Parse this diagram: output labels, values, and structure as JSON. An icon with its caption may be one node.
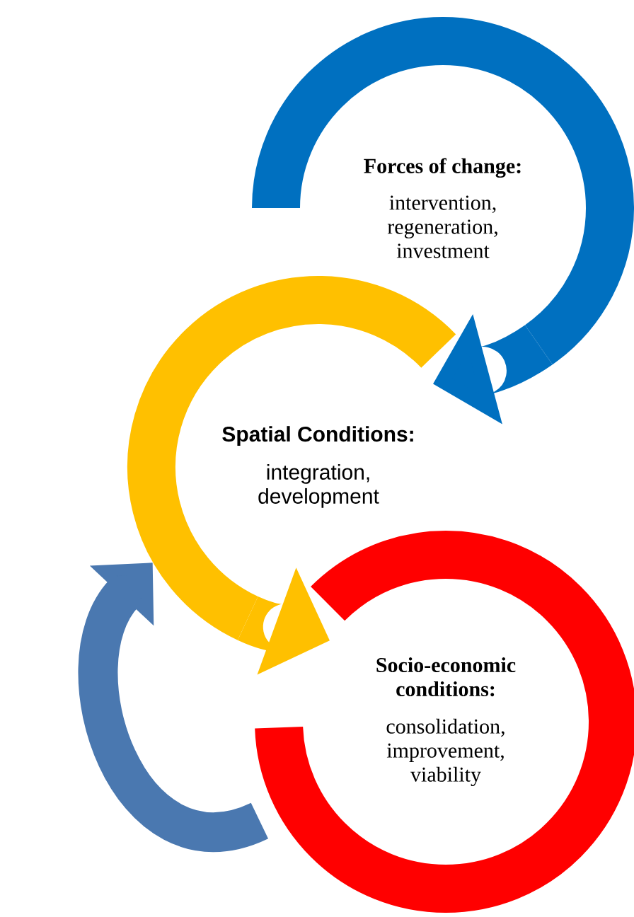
{
  "diagram": {
    "nodes": [
      {
        "text": [
          "Forces of change:",
          "intervention, regeneration, investment"
        ]
      },
      {
        "text": [
          "Spatial Conditions:",
          "integration, development"
        ]
      },
      {
        "text": [
          "Socio-economic conditions:",
          "consolidation, improvement, viability"
        ]
      }
    ],
    "edges": [
      {
        "from": 0,
        "to": 1,
        "arrow": "to",
        "color": "#0070c0"
      },
      {
        "from": 1,
        "to": 2,
        "arrow": "to",
        "color": "#ffc000"
      },
      {
        "from": 2,
        "to": 1,
        "arrow": "to",
        "color": "#4a78b0"
      }
    ]
  }
}
